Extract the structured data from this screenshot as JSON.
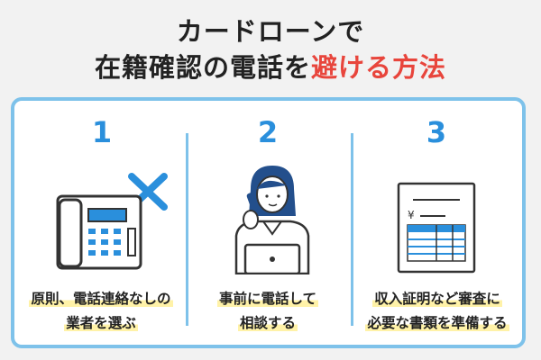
{
  "heading": {
    "line1": "カードローンで",
    "line2_pre": "在籍確認の電話を",
    "line2_emph": "避ける方法"
  },
  "colors": {
    "accent_blue": "#2a8fdc",
    "border_blue": "#7ec2ea",
    "emphasis_red": "#e8453c",
    "highlight_yellow": "#fff2a8"
  },
  "steps": [
    {
      "number": "1",
      "line1": "原則、電話連絡なしの",
      "line2": "業者を選ぶ",
      "icon": "desk-phone-icon"
    },
    {
      "number": "2",
      "line1": "事前に電話して",
      "line2": "相談する",
      "icon": "person-on-phone-icon"
    },
    {
      "number": "3",
      "line1": "収入証明など審査に",
      "line2": "必要な書類を準備する",
      "icon": "document-icon"
    }
  ],
  "document_symbol": "¥"
}
